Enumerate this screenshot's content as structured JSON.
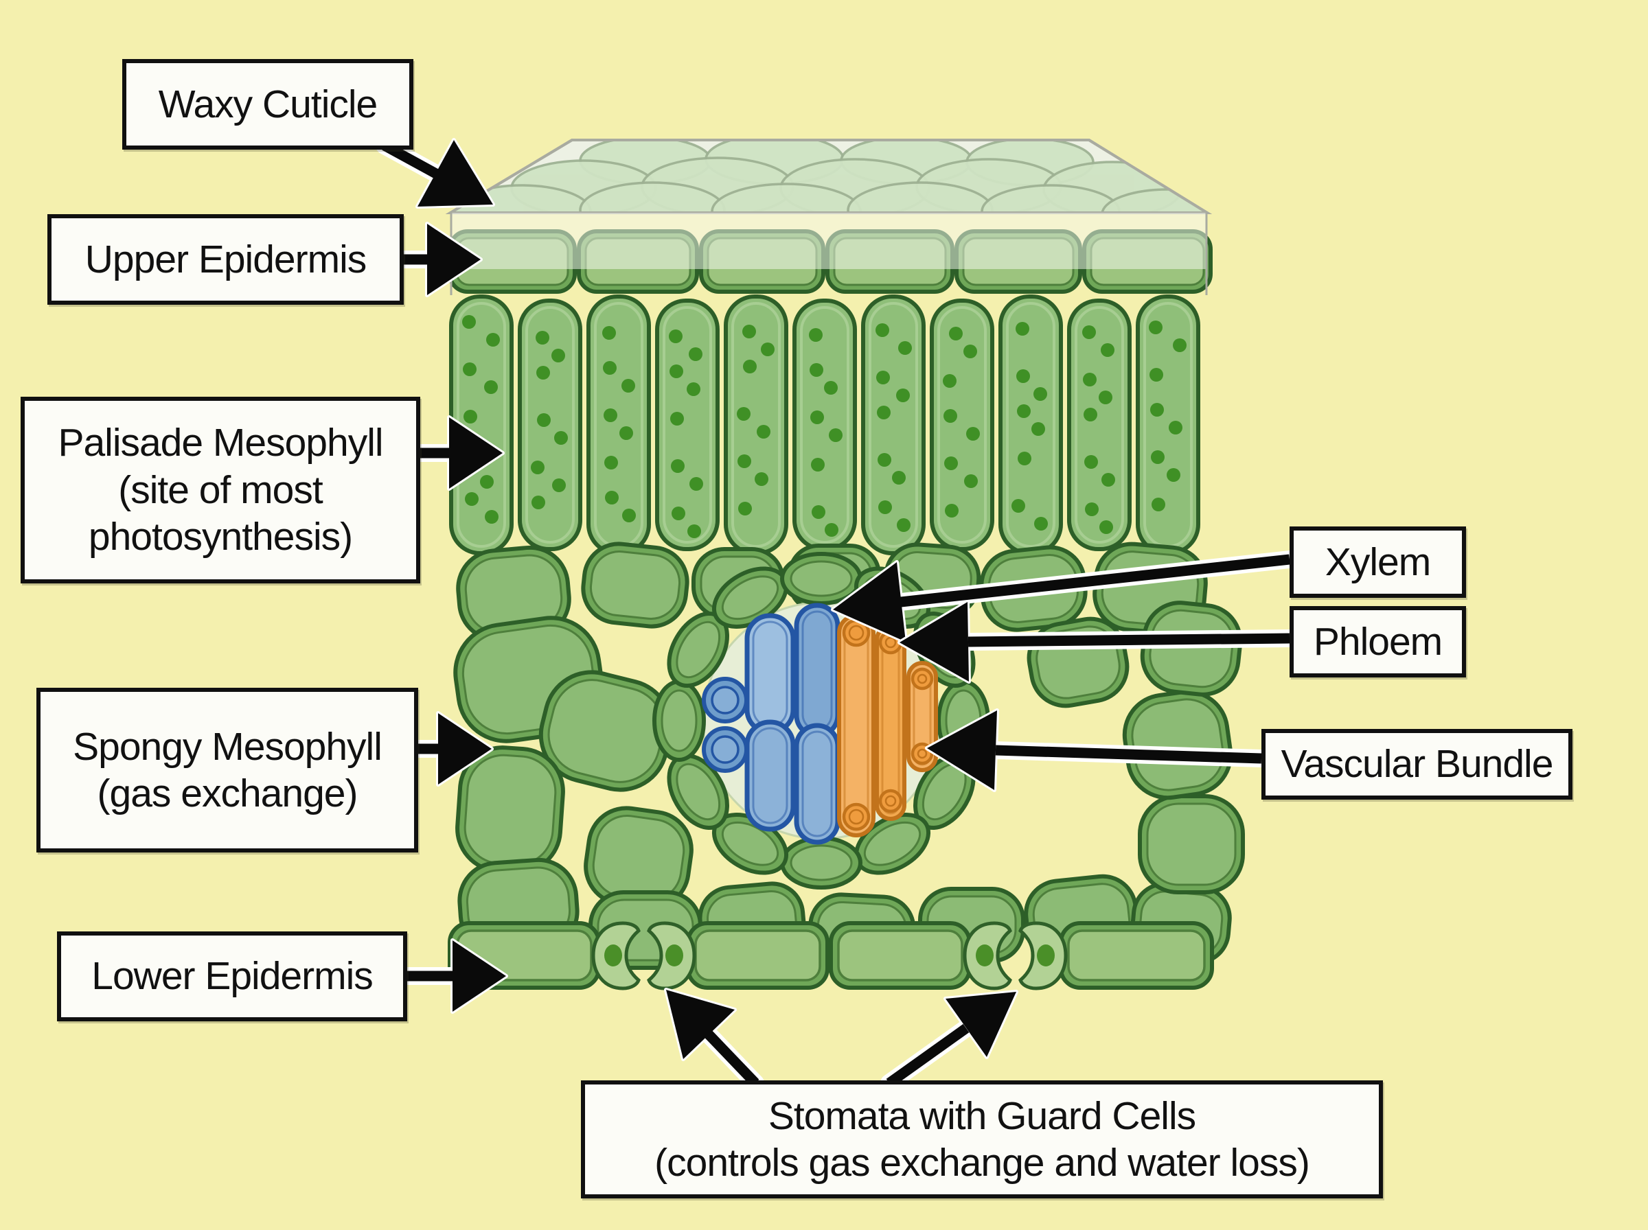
{
  "labels": {
    "waxy_cuticle": {
      "text": "Waxy Cuticle"
    },
    "upper_epidermis": {
      "text": "Upper Epidermis"
    },
    "palisade_mesophyll": {
      "line1": "Palisade Mesophyll",
      "line2": "(site of most",
      "line3": "photosynthesis)"
    },
    "spongy_mesophyll": {
      "line1": "Spongy Mesophyll",
      "line2": "(gas exchange)"
    },
    "lower_epidermis": {
      "text": "Lower Epidermis"
    },
    "xylem": {
      "text": "Xylem"
    },
    "phloem": {
      "text": "Phloem"
    },
    "vascular_bundle": {
      "text": "Vascular Bundle"
    },
    "stomata": {
      "line1": "Stomata with Guard Cells",
      "line2": "(controls gas exchange and water loss)"
    }
  },
  "colors": {
    "background": "#f4f0ae",
    "label_box_bg": "#fcfcf7",
    "label_box_border": "#101010",
    "label_text": "#111111",
    "cell_outline": "#2d5f28",
    "cell_rim": "#6fa758",
    "cell_fill": "#8cbb75",
    "cell_inner_line": "#4e7f3c",
    "palisade_fill": "#8fbf79",
    "chloroplast_dot": "#3f9025",
    "guard_cell_fill": "#b2d295",
    "guard_cell_dot": "#4a8f28",
    "bundle_interior": "#e7eed6",
    "xylem_fill": "#8cb2d8",
    "xylem_light": "#9dbfe0",
    "xylem_outline": "#2456a4",
    "phloem_fill": "#f2a950",
    "phloem_light": "#f4b265",
    "phloem_dark": "#ef9c3e",
    "phloem_outline": "#c2731b",
    "cuticle_face": "#edf1e4",
    "cuticle_edge": "#a9aba0",
    "cuticle_cell": "#cfe3c3",
    "cuticle_cell_line": "#9eb193",
    "arrow_black": "#0a0a0a",
    "arrow_casing": "#ffffff"
  }
}
